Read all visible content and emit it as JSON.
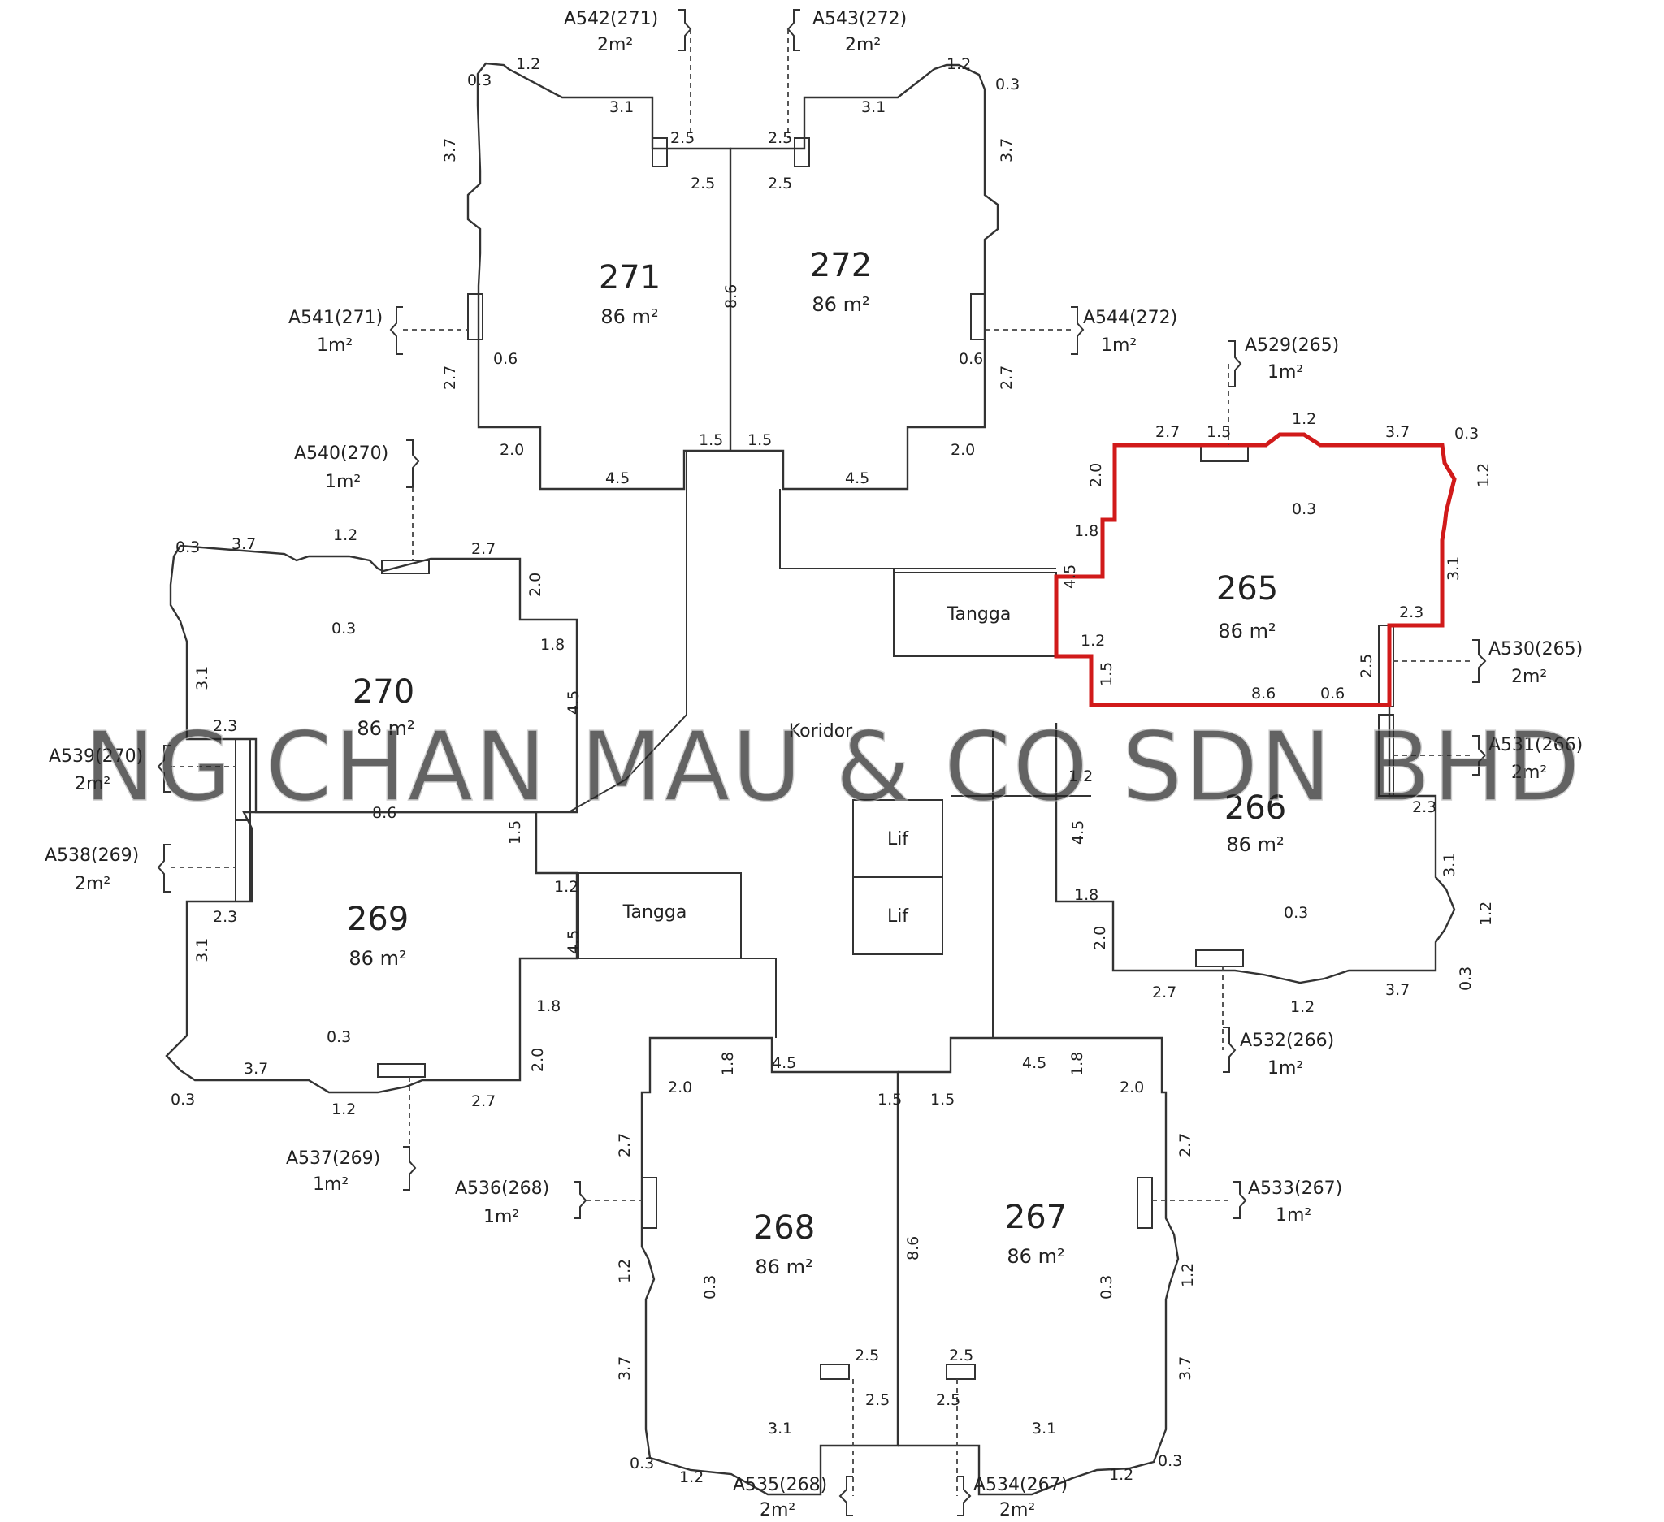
{
  "watermark": "NG CHAN MAU & CO SDN BHD",
  "highlight_color": "#d11a1a",
  "units": [
    {
      "id": "265",
      "area": "86 m²",
      "highlighted": true
    },
    {
      "id": "266",
      "area": "86 m²"
    },
    {
      "id": "267",
      "area": "86 m²"
    },
    {
      "id": "268",
      "area": "86 m²"
    },
    {
      "id": "269",
      "area": "86 m²"
    },
    {
      "id": "270",
      "area": "86 m²"
    },
    {
      "id": "271",
      "area": "86 m²"
    },
    {
      "id": "272",
      "area": "86 m²"
    }
  ],
  "common": {
    "corridor": "Koridor",
    "stair": "Tangga",
    "lift": "Lif"
  },
  "accessory_parcels": [
    {
      "code": "A529(265)",
      "area": "1m²"
    },
    {
      "code": "A530(265)",
      "area": "2m²"
    },
    {
      "code": "A531(266)",
      "area": "2m²"
    },
    {
      "code": "A532(266)",
      "area": "1m²"
    },
    {
      "code": "A533(267)",
      "area": "1m²"
    },
    {
      "code": "A534(267)",
      "area": "2m²"
    },
    {
      "code": "A535(268)",
      "area": "2m²"
    },
    {
      "code": "A536(268)",
      "area": "1m²"
    },
    {
      "code": "A537(269)",
      "area": "1m²"
    },
    {
      "code": "A538(269)",
      "area": "2m²"
    },
    {
      "code": "A539(270)",
      "area": "2m²"
    },
    {
      "code": "A540(270)",
      "area": "1m²"
    },
    {
      "code": "A541(271)",
      "area": "1m²"
    },
    {
      "code": "A542(271)",
      "area": "2m²"
    },
    {
      "code": "A543(272)",
      "area": "2m²"
    },
    {
      "code": "A544(272)",
      "area": "1m²"
    }
  ],
  "dimensions": {
    "d03": "0.3",
    "d06": "0.6",
    "d12": "1.2",
    "d15": "1.5",
    "d18": "1.8",
    "d20": "2.0",
    "d23": "2.3",
    "d25": "2.5",
    "d27": "2.7",
    "d31": "3.1",
    "d37": "3.7",
    "d45": "4.5",
    "d86": "8.6"
  }
}
